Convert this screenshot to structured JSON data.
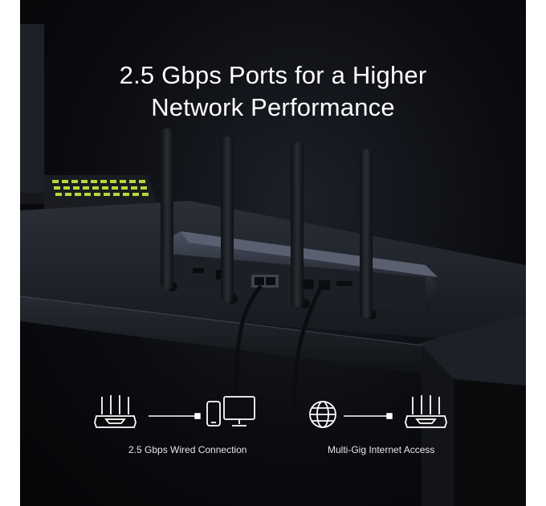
{
  "headline": {
    "line1": "2.5 Gbps Ports for a Higher",
    "line2": "Network Performance"
  },
  "captions": {
    "left": "2.5 Gbps Wired Connection",
    "right": "Multi-Gig Internet Access"
  },
  "icons": {
    "left_group": [
      "router-icon",
      "cable-icon",
      "phone-icon",
      "monitor-icon"
    ],
    "right_group": [
      "globe-icon",
      "cable-icon",
      "router-icon"
    ]
  },
  "colors": {
    "background": "#0b0c10",
    "text": "#ffffff",
    "keyboard_accent": "#b8d63a"
  }
}
